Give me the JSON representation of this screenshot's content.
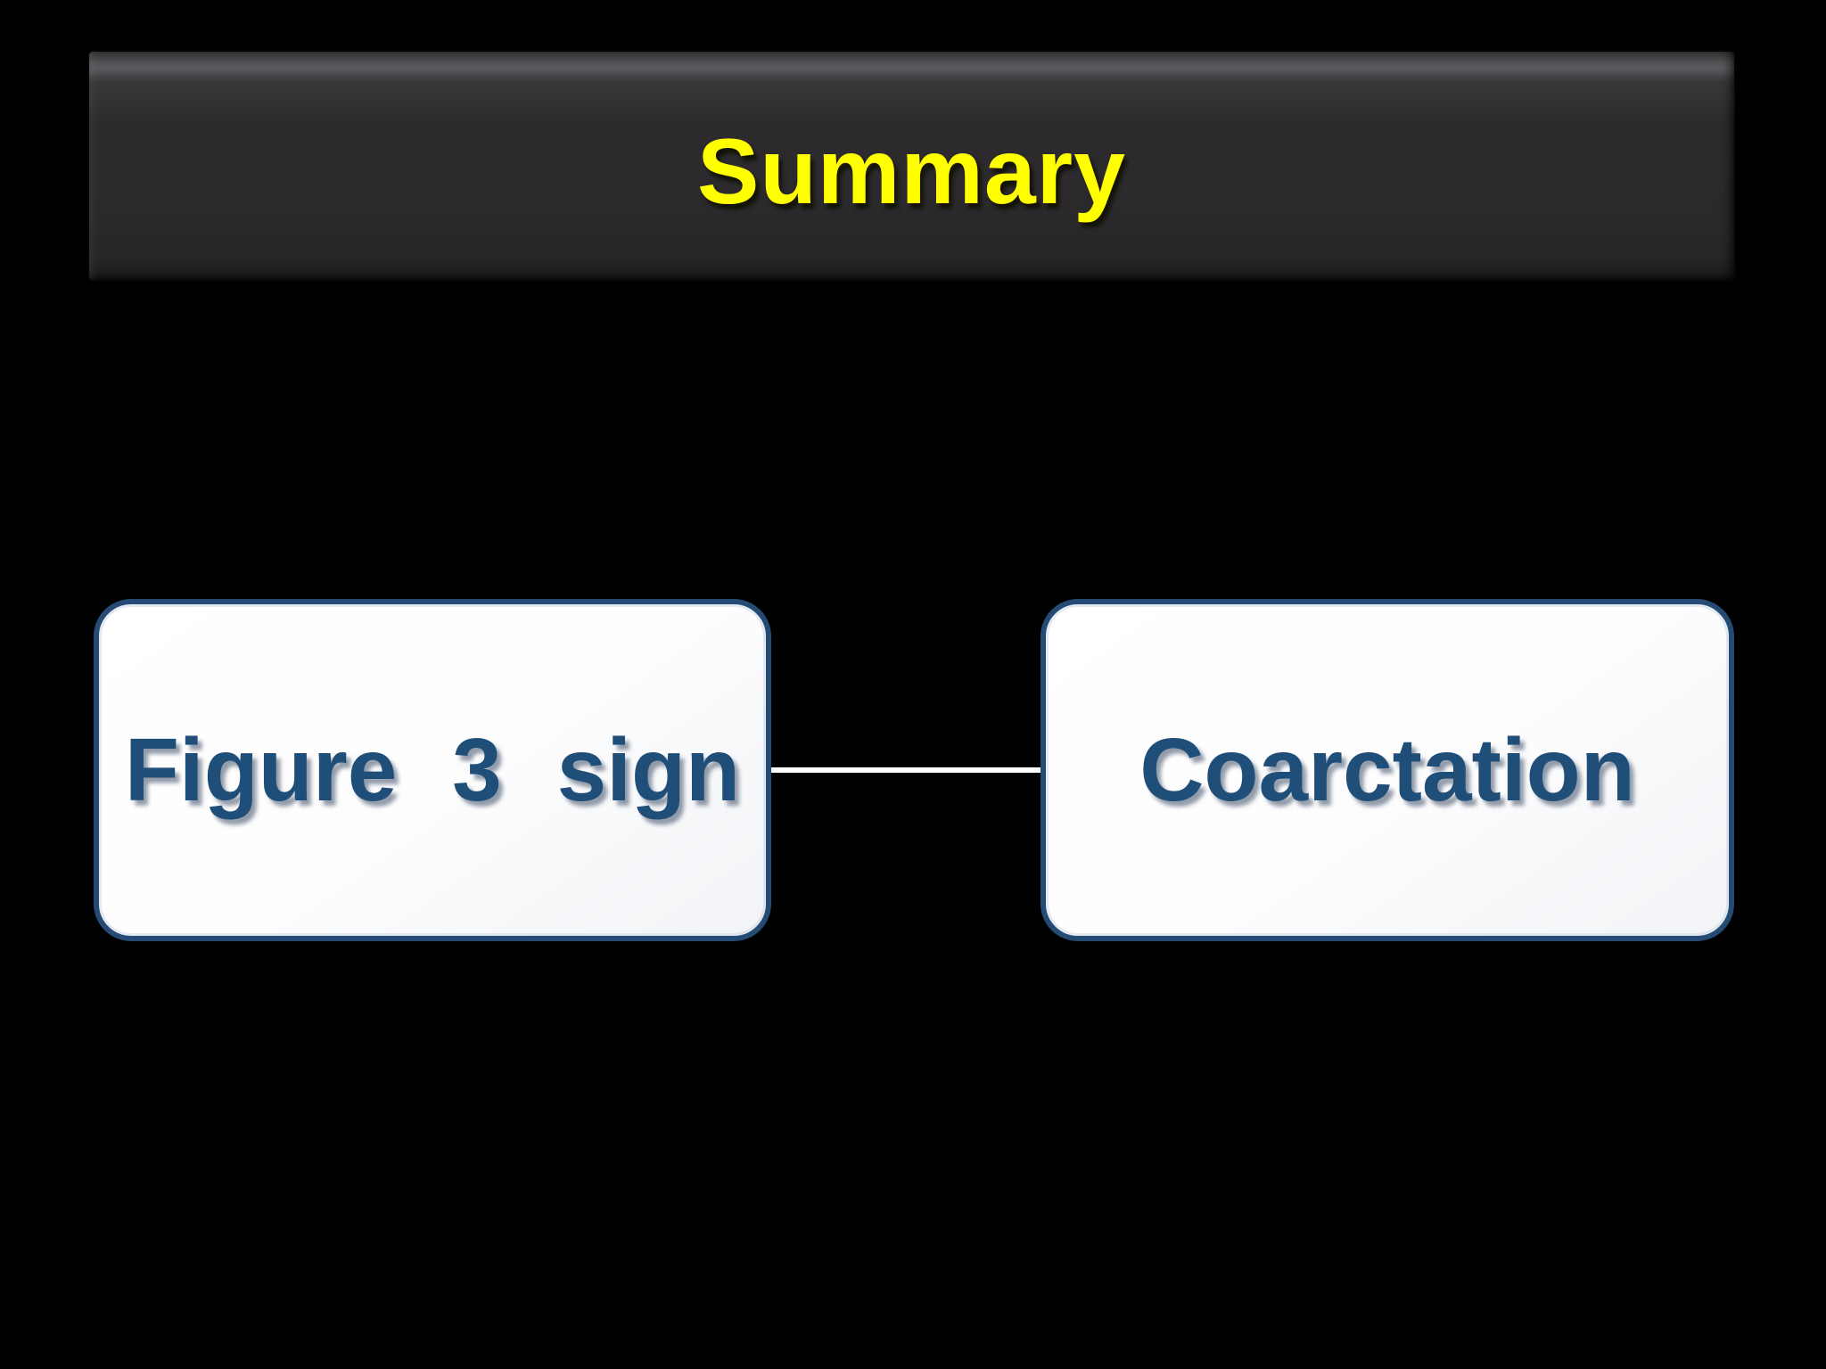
{
  "slide": {
    "title": {
      "text": "Summary"
    },
    "nodes": [
      {
        "id": "figure-3-sign",
        "label": "Figure 3 sign"
      },
      {
        "id": "coarctation",
        "label": "Coarctation"
      }
    ],
    "connector": {
      "type": "straight-line",
      "from": "figure-3-sign",
      "to": "coarctation"
    }
  },
  "colors": {
    "background": "#000000",
    "title-bar-bg": "#2b292b",
    "title-text": "#ffff00",
    "node-border": "#254a73",
    "node-bg": "#fcfdfe",
    "node-text": "#1f4e79",
    "connector": "#ffffff"
  }
}
